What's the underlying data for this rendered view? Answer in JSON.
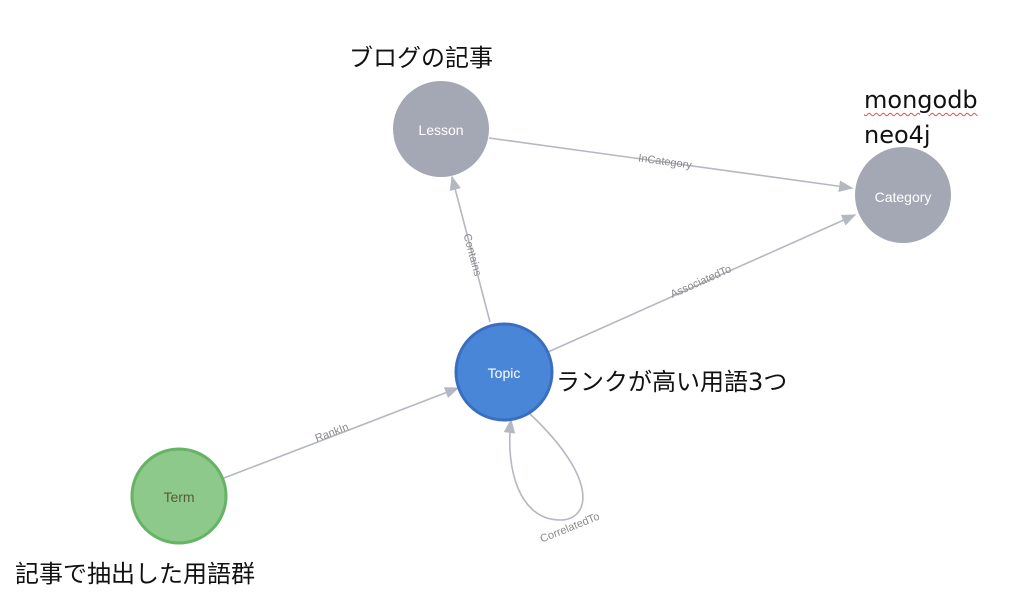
{
  "nodes": {
    "lesson": {
      "label": "Lesson",
      "color": "#a4a8b4"
    },
    "category": {
      "label": "Category",
      "color": "#a4a8b4"
    },
    "topic": {
      "label": "Topic",
      "color": "#4a86d8",
      "stroke": "#3a6fbf"
    },
    "term": {
      "label": "Term",
      "color": "#8cc98a",
      "stroke": "#66b463"
    }
  },
  "edges": {
    "in_category": "InCategory",
    "contains": "Contains",
    "associated_to": "AssociatedTo",
    "rank_in": "RankIn",
    "correlated_to": "CorrelatedTo"
  },
  "annotations": {
    "lesson_note": "ブログの記事",
    "category_note_1": "mongodb",
    "category_note_2": "neo4j",
    "topic_note": "ランクが高い用語3つ",
    "term_note": "記事で抽出した用語群"
  },
  "colors": {
    "edge": "#b4b8c2",
    "edge_label": "#8a8a8a"
  }
}
